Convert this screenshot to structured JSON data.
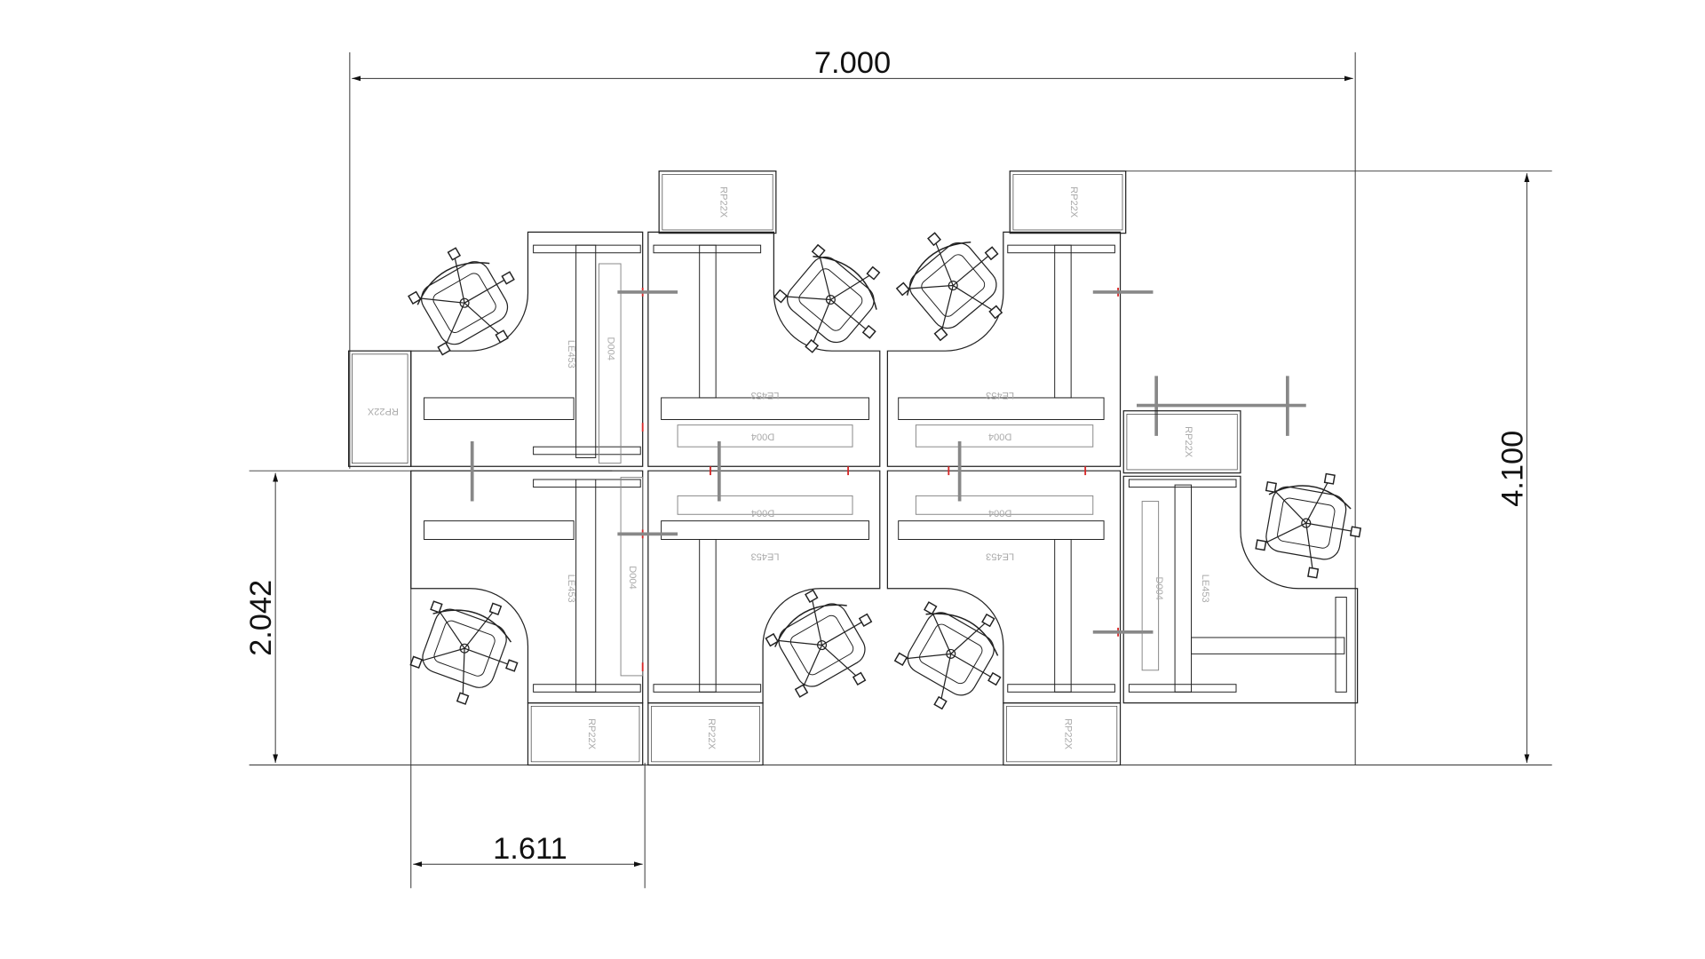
{
  "dimensions": {
    "overall_width": "7.000",
    "overall_depth": "4.100",
    "module_depth": "2.042",
    "module_width": "1.611"
  },
  "labels": {
    "pedestal": "RP22X",
    "desk": "LE453",
    "screen": "D004"
  },
  "colors": {
    "line": "#222222",
    "light_line": "#888888",
    "accent": "#d62828"
  }
}
